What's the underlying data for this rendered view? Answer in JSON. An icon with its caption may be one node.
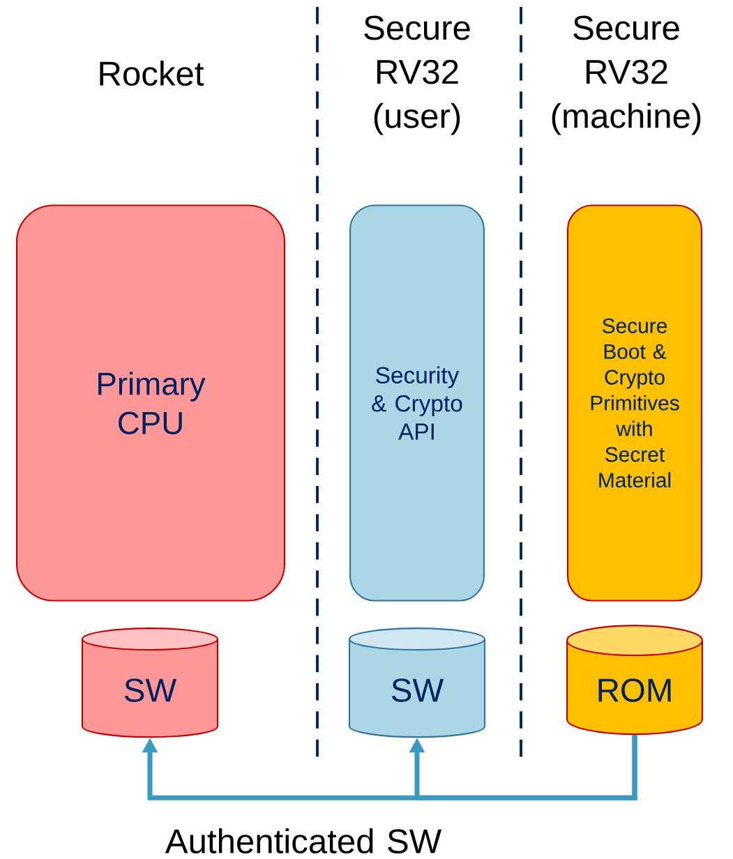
{
  "diagram": {
    "nodes": [
      {
        "text": [
          "Primary CPU"
        ]
      },
      {
        "text": [
          "Security & Crypto API"
        ]
      },
      {
        "text": [
          "Secure Boot & Crypto Primitives with Secret Material"
        ]
      },
      {
        "text": [
          "SW"
        ]
      },
      {
        "text": [
          "SW"
        ]
      },
      {
        "text": [
          "ROM"
        ]
      }
    ],
    "edges": [
      {
        "from": 5,
        "to": 3,
        "arrow": "to"
      },
      {
        "from": 5,
        "to": 4,
        "arrow": "to"
      }
    ],
    "labels": [
      "Rocket",
      "Secure RV32 (user)",
      "Secure RV32 (machine)",
      "Authenticated SW"
    ]
  }
}
